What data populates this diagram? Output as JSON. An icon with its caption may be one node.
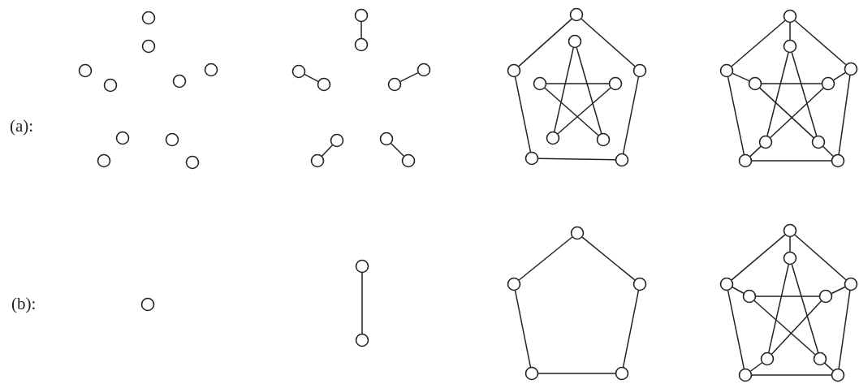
{
  "diagram": {
    "nodes": [
      {
        "text": [],
        "shape": "circle"
      },
      {
        "text": [],
        "shape": "circle"
      },
      {
        "text": [],
        "shape": "circle"
      },
      {
        "text": [],
        "shape": "circle"
      },
      {
        "text": [],
        "shape": "circle"
      },
      {
        "text": [],
        "shape": "circle"
      },
      {
        "text": [],
        "shape": "circle"
      },
      {
        "text": [],
        "shape": "circle"
      },
      {
        "text": [],
        "shape": "circle"
      },
      {
        "text": [],
        "shape": "circle"
      },
      {
        "text": [],
        "shape": "circle"
      },
      {
        "text": [],
        "shape": "circle"
      },
      {
        "text": [],
        "shape": "circle"
      },
      {
        "text": [],
        "shape": "circle"
      },
      {
        "text": [],
        "shape": "circle"
      },
      {
        "text": [],
        "shape": "circle"
      },
      {
        "text": [],
        "shape": "circle"
      },
      {
        "text": [],
        "shape": "circle"
      },
      {
        "text": [],
        "shape": "circle"
      },
      {
        "text": [],
        "shape": "circle"
      },
      {
        "text": [],
        "shape": "circle"
      },
      {
        "text": [],
        "shape": "circle"
      },
      {
        "text": [],
        "shape": "circle"
      },
      {
        "text": [],
        "shape": "circle"
      },
      {
        "text": [],
        "shape": "circle"
      },
      {
        "text": [],
        "shape": "circle"
      },
      {
        "text": [],
        "shape": "circle"
      },
      {
        "text": [],
        "shape": "circle"
      },
      {
        "text": [],
        "shape": "circle"
      },
      {
        "text": [],
        "shape": "circle"
      },
      {
        "text": [],
        "shape": "circle"
      },
      {
        "text": [],
        "shape": "circle"
      },
      {
        "text": [],
        "shape": "circle"
      },
      {
        "text": [],
        "shape": "circle"
      },
      {
        "text": [],
        "shape": "circle"
      },
      {
        "text": [],
        "shape": "circle"
      },
      {
        "text": [],
        "shape": "circle"
      },
      {
        "text": [],
        "shape": "circle"
      },
      {
        "text": [],
        "shape": "circle"
      },
      {
        "text": [],
        "shape": "circle"
      },
      {
        "text": [],
        "shape": "circle"
      },
      {
        "text": [],
        "shape": "circle"
      },
      {
        "text": [],
        "shape": "circle"
      },
      {
        "text": [],
        "shape": "circle"
      },
      {
        "text": [],
        "shape": "circle"
      },
      {
        "text": [],
        "shape": "circle"
      },
      {
        "text": [],
        "shape": "circle"
      },
      {
        "text": [],
        "shape": "circle"
      },
      {
        "text": [],
        "shape": "circle"
      },
      {
        "text": [],
        "shape": "circle"
      },
      {
        "text": [],
        "shape": "circle"
      },
      {
        "text": [],
        "shape": "circle"
      },
      {
        "text": [],
        "shape": "circle"
      },
      {
        "text": [],
        "shape": "circle"
      },
      {
        "text": [],
        "shape": "circle"
      },
      {
        "text": [],
        "shape": "circle"
      },
      {
        "text": [],
        "shape": "circle"
      },
      {
        "text": [],
        "shape": "circle"
      }
    ],
    "edges": [
      {
        "from": 10,
        "to": 15,
        "arrow": "none"
      },
      {
        "from": 11,
        "to": 16,
        "arrow": "none"
      },
      {
        "from": 12,
        "to": 17,
        "arrow": "none"
      },
      {
        "from": 13,
        "to": 18,
        "arrow": "none"
      },
      {
        "from": 14,
        "to": 19,
        "arrow": "none"
      },
      {
        "from": 20,
        "to": 21,
        "arrow": "none"
      },
      {
        "from": 20,
        "to": 22,
        "arrow": "none"
      },
      {
        "from": 21,
        "to": 23,
        "arrow": "none"
      },
      {
        "from": 22,
        "to": 24,
        "arrow": "none"
      },
      {
        "from": 23,
        "to": 24,
        "arrow": "none"
      },
      {
        "from": 25,
        "to": 28,
        "arrow": "none"
      },
      {
        "from": 25,
        "to": 29,
        "arrow": "none"
      },
      {
        "from": 26,
        "to": 27,
        "arrow": "none"
      },
      {
        "from": 26,
        "to": 29,
        "arrow": "none"
      },
      {
        "from": 27,
        "to": 28,
        "arrow": "none"
      },
      {
        "from": 30,
        "to": 31,
        "arrow": "none"
      },
      {
        "from": 30,
        "to": 32,
        "arrow": "none"
      },
      {
        "from": 31,
        "to": 33,
        "arrow": "none"
      },
      {
        "from": 32,
        "to": 34,
        "arrow": "none"
      },
      {
        "from": 33,
        "to": 34,
        "arrow": "none"
      },
      {
        "from": 30,
        "to": 35,
        "arrow": "none"
      },
      {
        "from": 31,
        "to": 36,
        "arrow": "none"
      },
      {
        "from": 32,
        "to": 37,
        "arrow": "none"
      },
      {
        "from": 33,
        "to": 38,
        "arrow": "none"
      },
      {
        "from": 34,
        "to": 39,
        "arrow": "none"
      },
      {
        "from": 35,
        "to": 38,
        "arrow": "none"
      },
      {
        "from": 35,
        "to": 39,
        "arrow": "none"
      },
      {
        "from": 36,
        "to": 37,
        "arrow": "none"
      },
      {
        "from": 36,
        "to": 39,
        "arrow": "none"
      },
      {
        "from": 37,
        "to": 38,
        "arrow": "none"
      },
      {
        "from": 41,
        "to": 42,
        "arrow": "none"
      },
      {
        "from": 43,
        "to": 44,
        "arrow": "none"
      },
      {
        "from": 43,
        "to": 45,
        "arrow": "none"
      },
      {
        "from": 44,
        "to": 46,
        "arrow": "none"
      },
      {
        "from": 45,
        "to": 47,
        "arrow": "none"
      },
      {
        "from": 46,
        "to": 47,
        "arrow": "none"
      },
      {
        "from": 48,
        "to": 49,
        "arrow": "none"
      },
      {
        "from": 48,
        "to": 50,
        "arrow": "none"
      },
      {
        "from": 49,
        "to": 51,
        "arrow": "none"
      },
      {
        "from": 50,
        "to": 52,
        "arrow": "none"
      },
      {
        "from": 51,
        "to": 52,
        "arrow": "none"
      },
      {
        "from": 48,
        "to": 53,
        "arrow": "none"
      },
      {
        "from": 49,
        "to": 54,
        "arrow": "none"
      },
      {
        "from": 50,
        "to": 55,
        "arrow": "none"
      },
      {
        "from": 51,
        "to": 56,
        "arrow": "none"
      },
      {
        "from": 52,
        "to": 57,
        "arrow": "none"
      },
      {
        "from": 53,
        "to": 56,
        "arrow": "none"
      },
      {
        "from": 53,
        "to": 57,
        "arrow": "none"
      },
      {
        "from": 54,
        "to": 55,
        "arrow": "none"
      },
      {
        "from": 54,
        "to": 57,
        "arrow": "none"
      },
      {
        "from": 55,
        "to": 56,
        "arrow": "none"
      }
    ],
    "labels": [
      "(a):",
      "(b):"
    ]
  }
}
